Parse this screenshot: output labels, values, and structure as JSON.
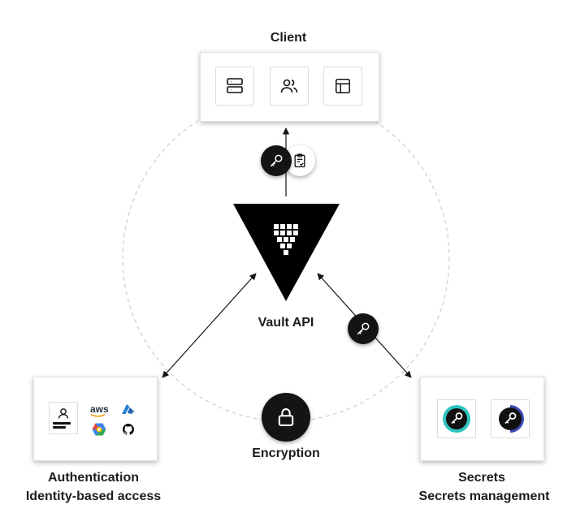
{
  "client": {
    "title": "Client",
    "icons": [
      "server-icon",
      "users-icon",
      "layout-icon"
    ]
  },
  "vault": {
    "title": "Vault API",
    "logo_icon": "vault-logo-icon"
  },
  "transport_badges": {
    "client_key_icon": "key-icon",
    "client_doc_icon": "clipboard-check-icon",
    "secrets_key_icon": "key-icon"
  },
  "encryption": {
    "title": "Encryption",
    "icon": "lock-icon"
  },
  "auth": {
    "title": "Authentication",
    "subtitle": "Identity-based access",
    "providers": {
      "aws": "aws",
      "icons": [
        "user-card-icon",
        "aws-logo-icon",
        "azure-logo-icon",
        "gcp-logo-icon",
        "github-logo-icon"
      ]
    }
  },
  "secrets": {
    "title": "Secrets",
    "subtitle": "Secrets management",
    "icons": [
      "key-teal-icon",
      "key-indigo-icon"
    ]
  },
  "colors": {
    "dark": "#141414",
    "ring": "#cfcfcf",
    "teal": "#2ec4c0",
    "indigo": "#3b4bb8",
    "azure": "#2a7fd6"
  }
}
